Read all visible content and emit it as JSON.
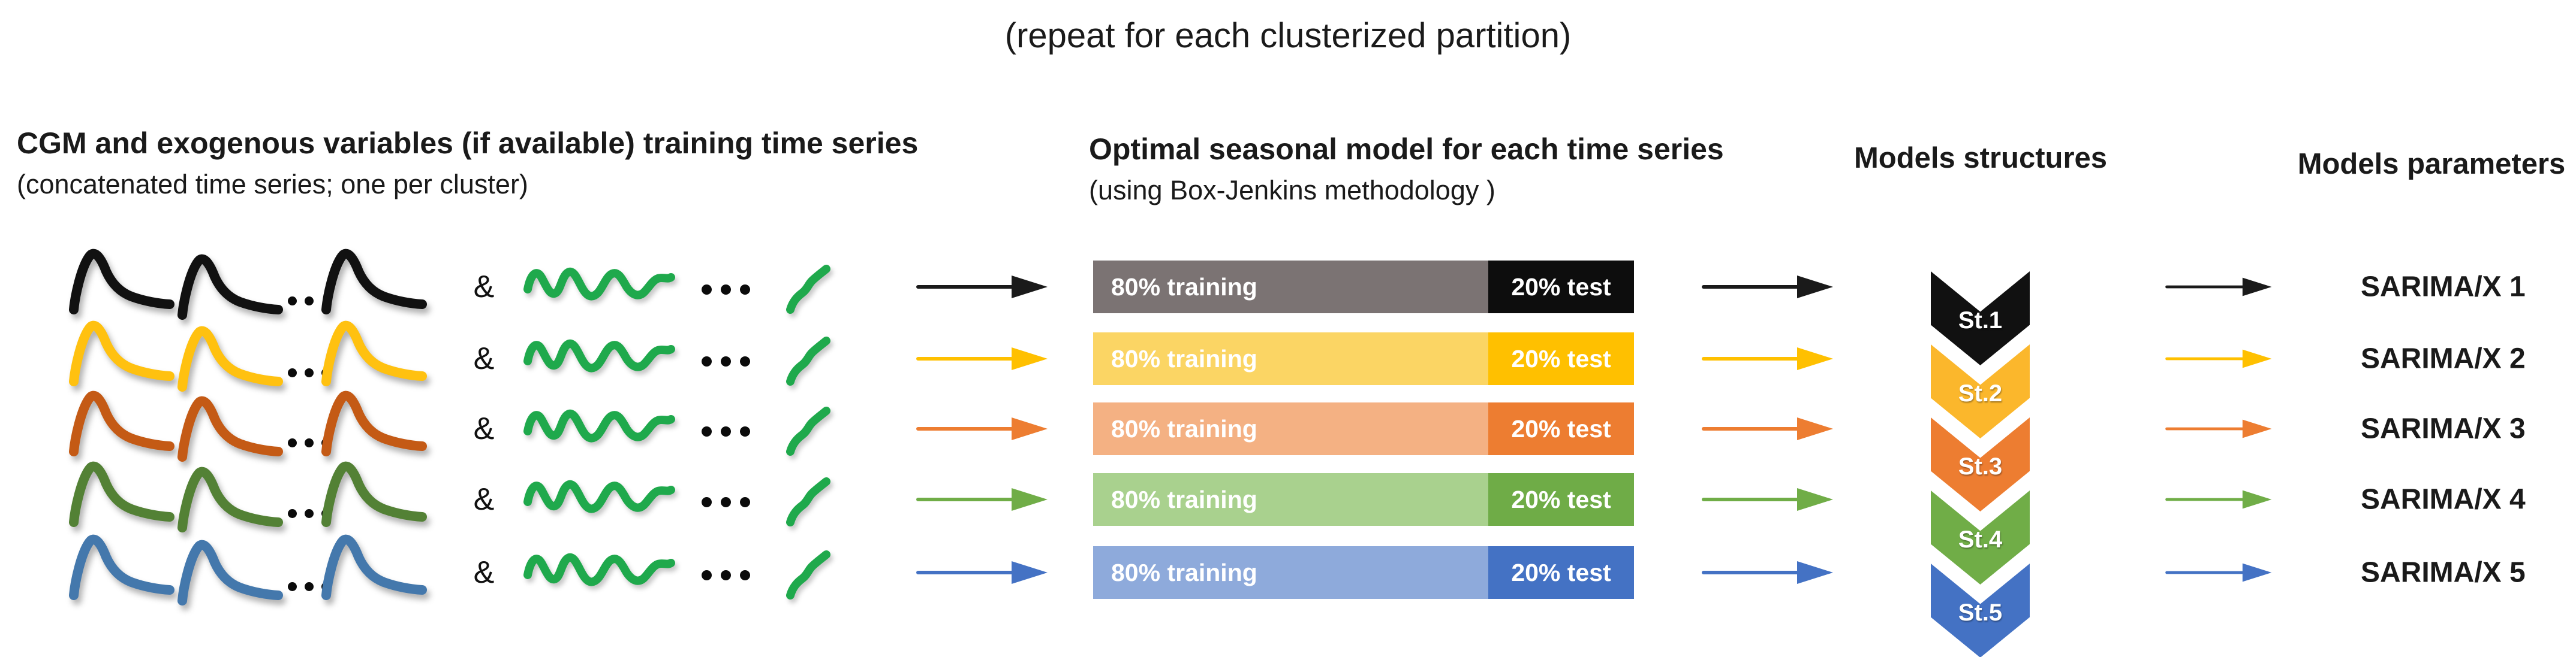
{
  "title": "(repeat for each clusterized partition)",
  "headers": {
    "left_bold": "CGM and exogenous variables (if available) training time series",
    "left_sub": "(concatenated time series; one per cluster)",
    "middle_bold": "Optimal seasonal model for each time series",
    "middle_sub": "(using Box-Jenkins methodology )",
    "structures": "Models structures",
    "parameters": "Models parameters"
  },
  "rows": [
    {
      "cluster": 1,
      "ampersand": "&",
      "bar": {
        "training": "80% training",
        "test": "20% test"
      },
      "structure": "St.1",
      "model": "SARIMA/X 1",
      "colors": {
        "series": "#111111",
        "exogenous": "#1fa94c",
        "arrow": "#1a1a1a",
        "training": "#7b7373",
        "test": "#0d0d0d",
        "chevron": "#111111"
      }
    },
    {
      "cluster": 2,
      "ampersand": "&",
      "bar": {
        "training": "80% training",
        "test": "20% test"
      },
      "structure": "St.2",
      "model": "SARIMA/X 2",
      "colors": {
        "series": "#ffc110",
        "exogenous": "#1fa94c",
        "arrow": "#ffc000",
        "training": "#fbd564",
        "test": "#ffc000",
        "chevron": "#fbb72c"
      }
    },
    {
      "cluster": 3,
      "ampersand": "&",
      "bar": {
        "training": "80% training",
        "test": "20% test"
      },
      "structure": "St.3",
      "model": "SARIMA/X 3",
      "colors": {
        "series": "#c45a15",
        "exogenous": "#1fa94c",
        "arrow": "#ed7d31",
        "training": "#f4b183",
        "test": "#ed7d31",
        "chevron": "#ed7d31"
      }
    },
    {
      "cluster": 4,
      "ampersand": "&",
      "bar": {
        "training": "80% training",
        "test": "20% test"
      },
      "structure": "St.4",
      "model": "SARIMA/X 4",
      "colors": {
        "series": "#538135",
        "exogenous": "#1fa94c",
        "arrow": "#70ad47",
        "training": "#a9d18e",
        "test": "#6fac47",
        "chevron": "#70ad47"
      }
    },
    {
      "cluster": 5,
      "ampersand": "&",
      "bar": {
        "training": "80% training",
        "test": "20% test"
      },
      "structure": "St.5",
      "model": "SARIMA/X 5",
      "colors": {
        "series": "#4478ac",
        "exogenous": "#1fa94c",
        "arrow": "#4472c4",
        "training": "#8eaadb",
        "test": "#4472c4",
        "chevron": "#4472c4"
      }
    }
  ]
}
